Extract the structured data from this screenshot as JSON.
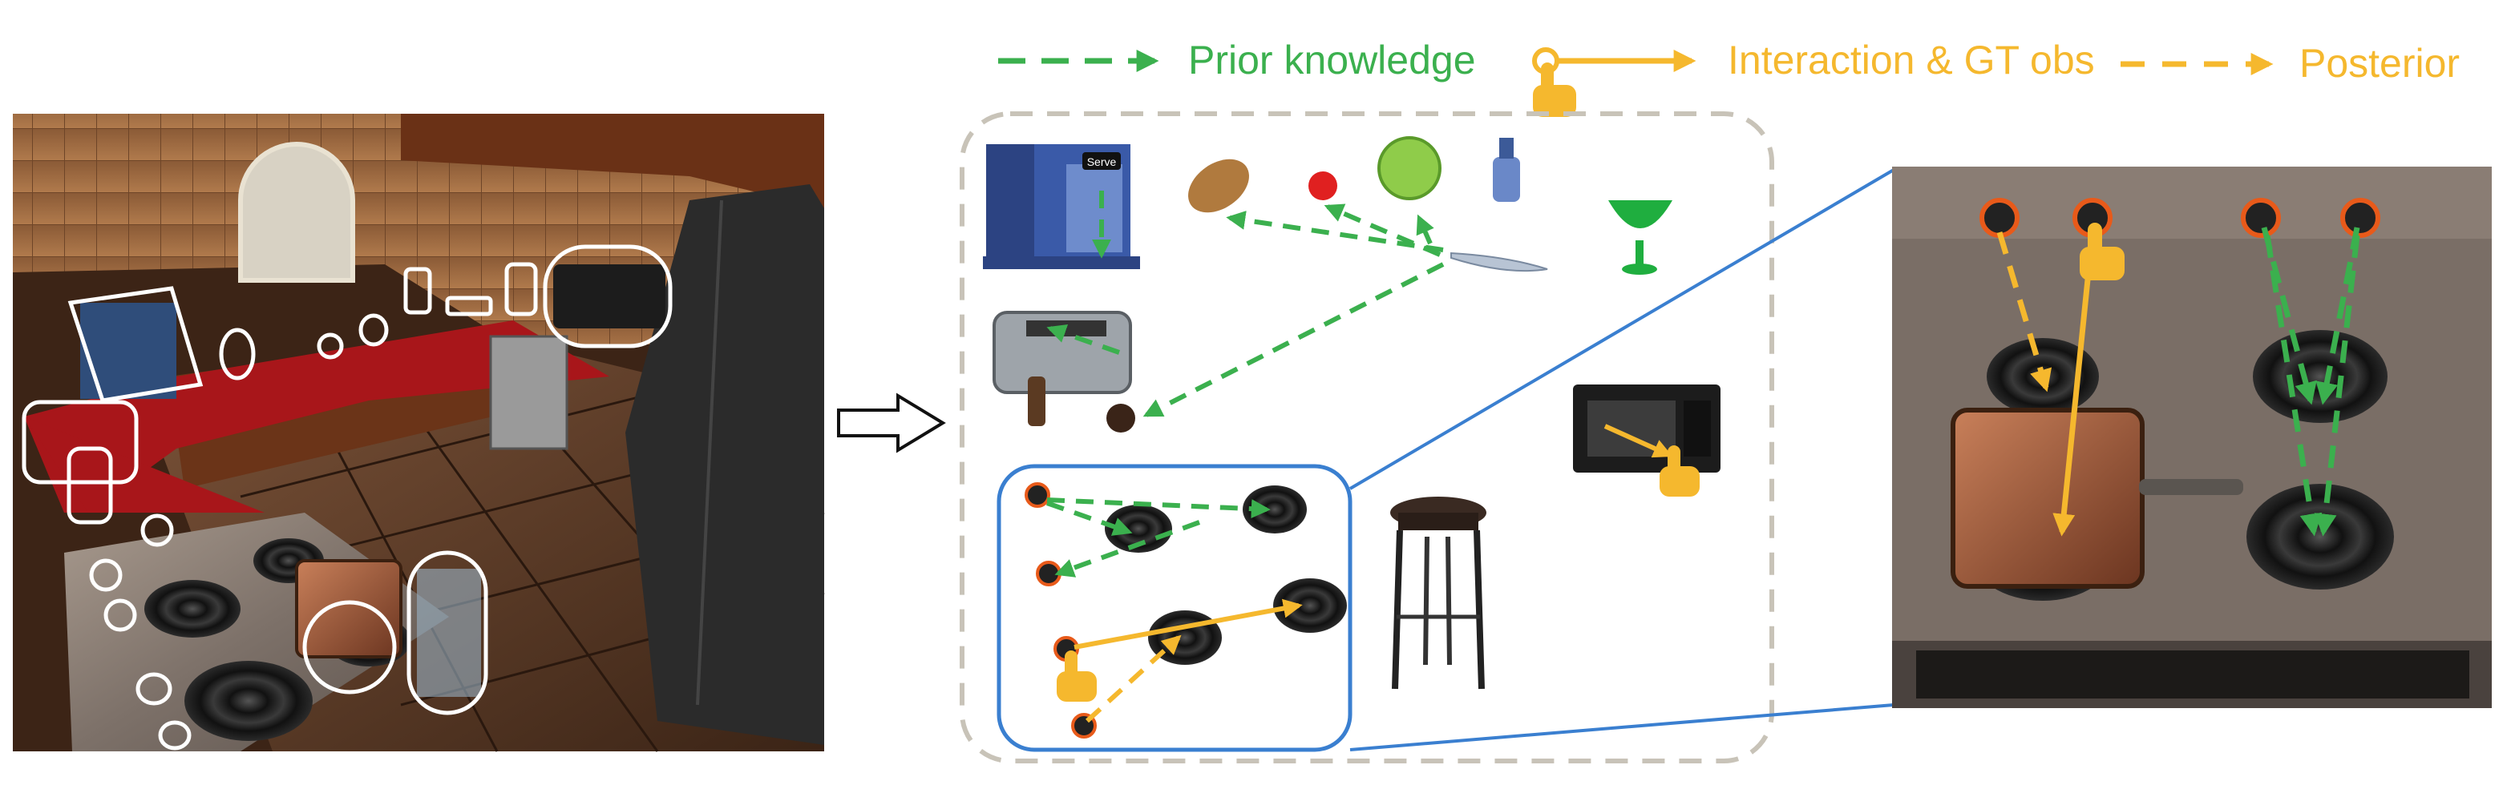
{
  "legend": {
    "prior_label": "Prior knowledge",
    "interaction_label": "Interaction & GT obs",
    "posterior_label": "Posterior"
  },
  "colors": {
    "prior": "#3bb04e",
    "interaction": "#f5b82e",
    "posterior": "#f5b82e",
    "outline_blue": "#3a7fd0",
    "dashed_box": "#c8c3b8",
    "countertop_red": "#a8161a",
    "brick": "#9c6b45",
    "wood": "#6b3418",
    "stove_panel": "#7a6e66"
  },
  "icons": {
    "hand": "hand-pointer-icon",
    "transition_arrow": "hollow-arrow-right-icon"
  },
  "objects": {
    "coffee_machine_label": "Serve"
  }
}
